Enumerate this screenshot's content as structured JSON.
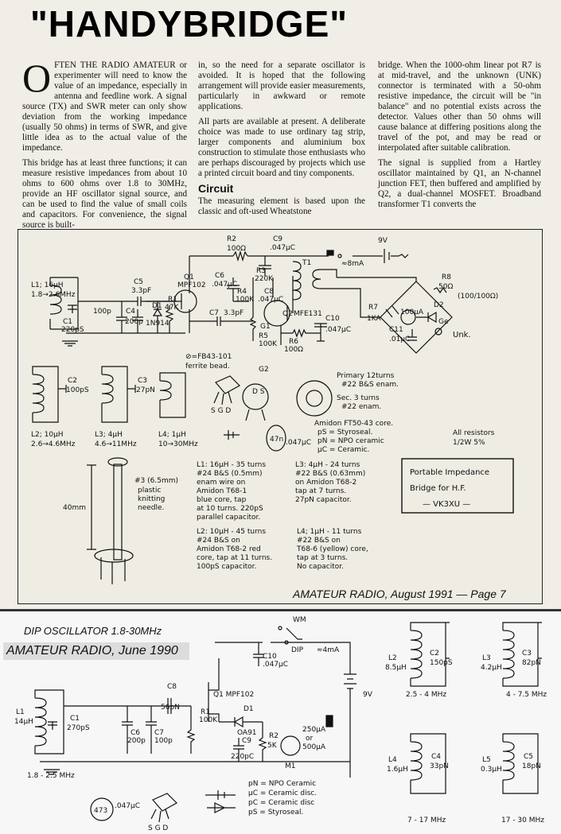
{
  "title": "\"HANDYBRIDGE\"",
  "article": {
    "dropcap": "O",
    "lead": "FTEN THE RADIO AMATEUR",
    "p1": "or experimenter will need to know the value of an impedance, especially in antenna and feedline work. A signal source (TX) and SWR meter can only show deviation from the working impedance (usually 50 ohms) in terms of SWR, and give little idea as to the actual value of the impedance.",
    "p2": "This bridge has at least three functions; it can measure resistive impedances from about 10 ohms to 600 ohms over 1.8 to 30MHz, provide an HF oscillator signal source, and can be used to find the value of small coils and capacitors. For convenience, the signal source is built-",
    "p3": "in, so the need for a separate oscillator is avoided. It is hoped that the following arrangement will provide easier measurements, particularly in awkward or remote applications.",
    "p4": "All parts are available at present. A deliberate choice was made to use ordinary tag strip, larger components and aluminium box construction to stimulate those enthusiasts who are perhaps discouraged by projects which use a printed circuit board and tiny components.",
    "heading": "Circuit",
    "p5": "The measuring element is based upon the classic and oft-used Wheatstone",
    "p6": "bridge. When the 1000-ohm linear pot R7 is at mid-travel, and the unknown (UNK) connector is terminated with a 50-ohm resistive impedance, the circuit will be \"in balance\" and no potential exists across the detector. Values other than 50 ohms will cause balance at differing positions along the travel of the pot, and may be read or interpolated after suitable calibration.",
    "p7": "The signal is supplied from a Hartley oscillator maintained by Q1, an N-channel junction FET, then buffered and amplified by Q2, a dual-channel MOSFET. Broadband transformer T1 converts the"
  },
  "bridge": {
    "labels": {
      "r2": "R2",
      "r2v": "100Ω",
      "c9": "C9",
      "c9v": ".047μC",
      "sw": "9V",
      "ma": "≈8mA",
      "t1": "T1",
      "r3": "R3",
      "r3v": "220K",
      "q1": "Q1",
      "q1v": "MPF102",
      "c5": "C5",
      "c5v": "3.3pF",
      "c6": "C6",
      "c6v": ".047μC",
      "l1": "L1; 16μH",
      "l1r": "1.8→2.6MHz",
      "c1": "C1",
      "c1v": "220pS",
      "r4": "R4",
      "r4v": "100K",
      "c8": "C8",
      "c8v": ".047μC",
      "d1": "D1",
      "d1v": "1N914",
      "r1": "R1",
      "r1v": "47K",
      "c4": "C4",
      "c4a": "100p",
      "c4b": "200p",
      "c7": "C7",
      "c7v": "3.3pF",
      "q2": "Q2",
      "q2v": "MFE131",
      "g1": "G1",
      "g2": "G2",
      "r5": "R5",
      "r5v": "100K",
      "r6": "R6",
      "r6v": "100Ω",
      "c10": "C10",
      "c10v": ".047μC",
      "r8": "R8",
      "r8v": "50Ω",
      "r8w": "(100/100Ω)",
      "r7": "R7",
      "r7v": "1KA",
      "d2": "D2",
      "ge": "Ge",
      "meter": "100μA",
      "c11": "C11",
      "c11v": ".01μC",
      "unk": "Unk.",
      "fb": "⊘=FB43-101",
      "ferrite": "ferrite bead.",
      "c2": "C2",
      "c2v": "100pS",
      "c3": "C3",
      "c3v": "27pN",
      "l2": "L2; 10μH",
      "l2r": "2.6→4.6MHz",
      "l3": "L3; 4μH",
      "l3r": "4.6→11MHz",
      "l4": "L4; 1μH",
      "l4r": "10→30MHz",
      "primary": "Primary 12turns",
      "primary2": "#22 B&S enam.",
      "sec": "Sec. 3 turns",
      "sec2": "#22 enam.",
      "amidon": "Amidon FT50-43 core.",
      "ps": "pS = Styroseal.",
      "pn": "pN = NPO ceramic",
      "uc": "μC = Ceramic.",
      "allres": "All resistors",
      "allres2": "1/2W 5%",
      "cap47": "47n",
      "cap047": ".047μC",
      "q2pins": "D  S",
      "q1pins": "S G D",
      "n3": "#3 (6.5mm)",
      "plastic": "plastic",
      "knitting": "knitting",
      "needle": "needle.",
      "mm40": "40mm",
      "l1d1": "L1: 16μH - 35 turns",
      "l1d2": "#24 B&S (0.5mm)",
      "l1d3": "enam wire on",
      "l1d4": "Amidon T68-1",
      "l1d5": "blue core, tap",
      "l1d6": "at 10 turns. 220pS",
      "l1d7": "parallel capacitor.",
      "l3d1": "L3: 4μH - 24 turns",
      "l3d2": "#22 B&S (0.63mm)",
      "l3d3": "on Amidon T68-2",
      "l3d4": "tap at 7 turns.",
      "l3d5": "27pN capacitor.",
      "l2d1": "L2: 10μH - 45 turns",
      "l2d2": "#24 B&S on",
      "l2d3": "Amidon T68-2 red",
      "l2d4": "core, tap at 11 turns.",
      "l2d5": "100pS capacitor.",
      "l4d1": "L4; 1μH - 11 turns",
      "l4d2": "#22 B&S on",
      "l4d3": "T68-6 (yellow) core,",
      "l4d4": "tap at 3 turns.",
      "l4d5": "No capacitor.",
      "box1": "Portable Impedance",
      "box2": "Bridge for H.F.",
      "box3": "— VK3XU —"
    },
    "footer": "AMATEUR RADIO, August 1991 — Page 7"
  },
  "dip": {
    "title": "DIP OSCILLATOR 1.8-30MHz",
    "source": "AMATEUR RADIO, June 1990",
    "labels": {
      "wm": "WM",
      "dip": "DIP",
      "ma": "≈4mA",
      "c10": "C10",
      "c10v": ".047μC",
      "c8": "C8",
      "c8v": "56pN",
      "q1": "Q1 MPF102",
      "r1": "R1",
      "r1v": "100K",
      "d1": "D1",
      "d1v": "OA91",
      "r2": "R2",
      "r2v": "5K",
      "c9": "C9",
      "c9v": "220pC",
      "m1": "M1",
      "meter": "250μA",
      "meter2": "or",
      "meter3": "500μA",
      "bat": "9V",
      "l1": "L1",
      "l1v": "14μH",
      "c1": "C1",
      "c1v": "270pS",
      "c6": "C6",
      "c6v": "200p",
      "c7": "C7",
      "c7v": "100p",
      "l1r": "1.8 - 2.5 MHz",
      "l2": "L2",
      "l2v": "8.5μH",
      "c2": "C2",
      "c2v": "150pS",
      "l2r": "2.5 - 4 MHz",
      "l3": "L3",
      "l3v": "4.2μH",
      "c3": "C3",
      "c3v": "82pN",
      "l3r": "4 - 7.5 MHz",
      "l4": "L4",
      "l4v": "1.6μH",
      "c4": "C4",
      "c4v": "33pN",
      "l4r": "7 - 17 MHz",
      "l5": "L5",
      "l5v": "0.3μH",
      "c5": "C5",
      "c5v": "18pN",
      "l5r": "17 - 30 MHz",
      "pn": "pN = NPO Ceramic",
      "uc": "μC = Ceramic disc.",
      "pc": "pC = Ceramic disc",
      "ps": "pS = Styroseal.",
      "c473": "473",
      "c047": ".047μC",
      "pins": "S G D"
    }
  }
}
